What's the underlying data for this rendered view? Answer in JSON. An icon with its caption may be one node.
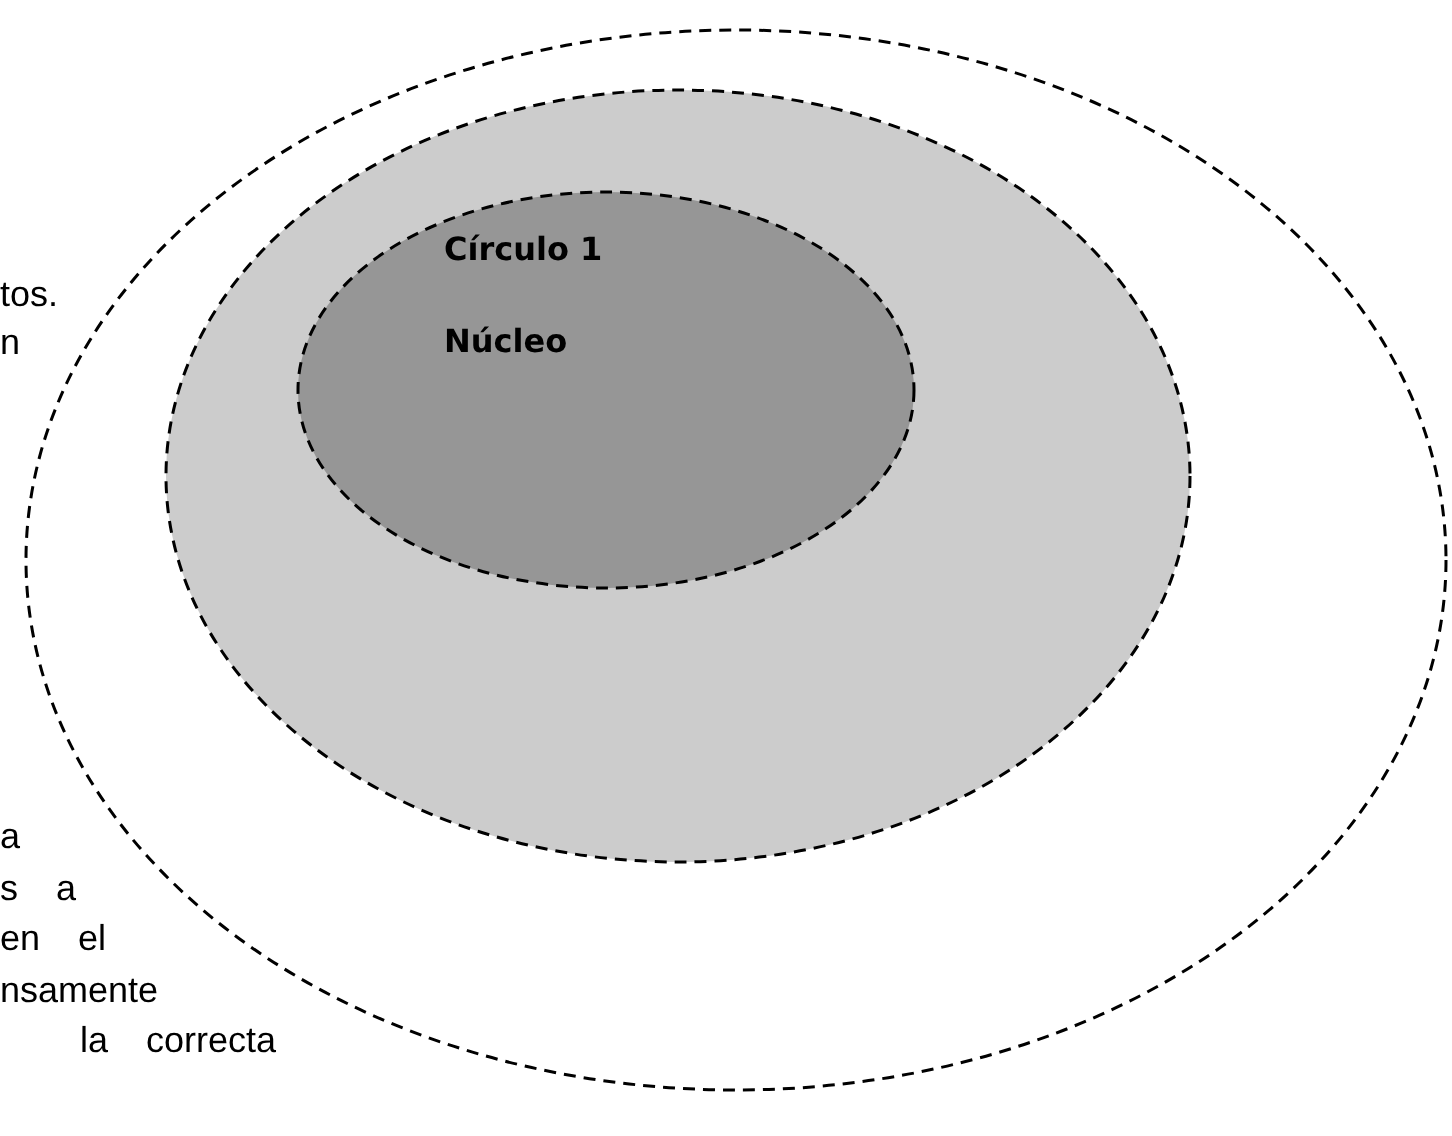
{
  "diagram": {
    "nodes": [
      {
        "text": [],
        "shape": "circle"
      },
      {
        "text": [],
        "shape": "circle",
        "in": 0
      },
      {
        "text": [
          "Círculo 1",
          "Núcleo"
        ],
        "in": 1
      }
    ],
    "labels": [
      "tos.",
      "n",
      "a",
      "s a",
      "en el",
      "nsamente",
      "la correcta"
    ]
  }
}
